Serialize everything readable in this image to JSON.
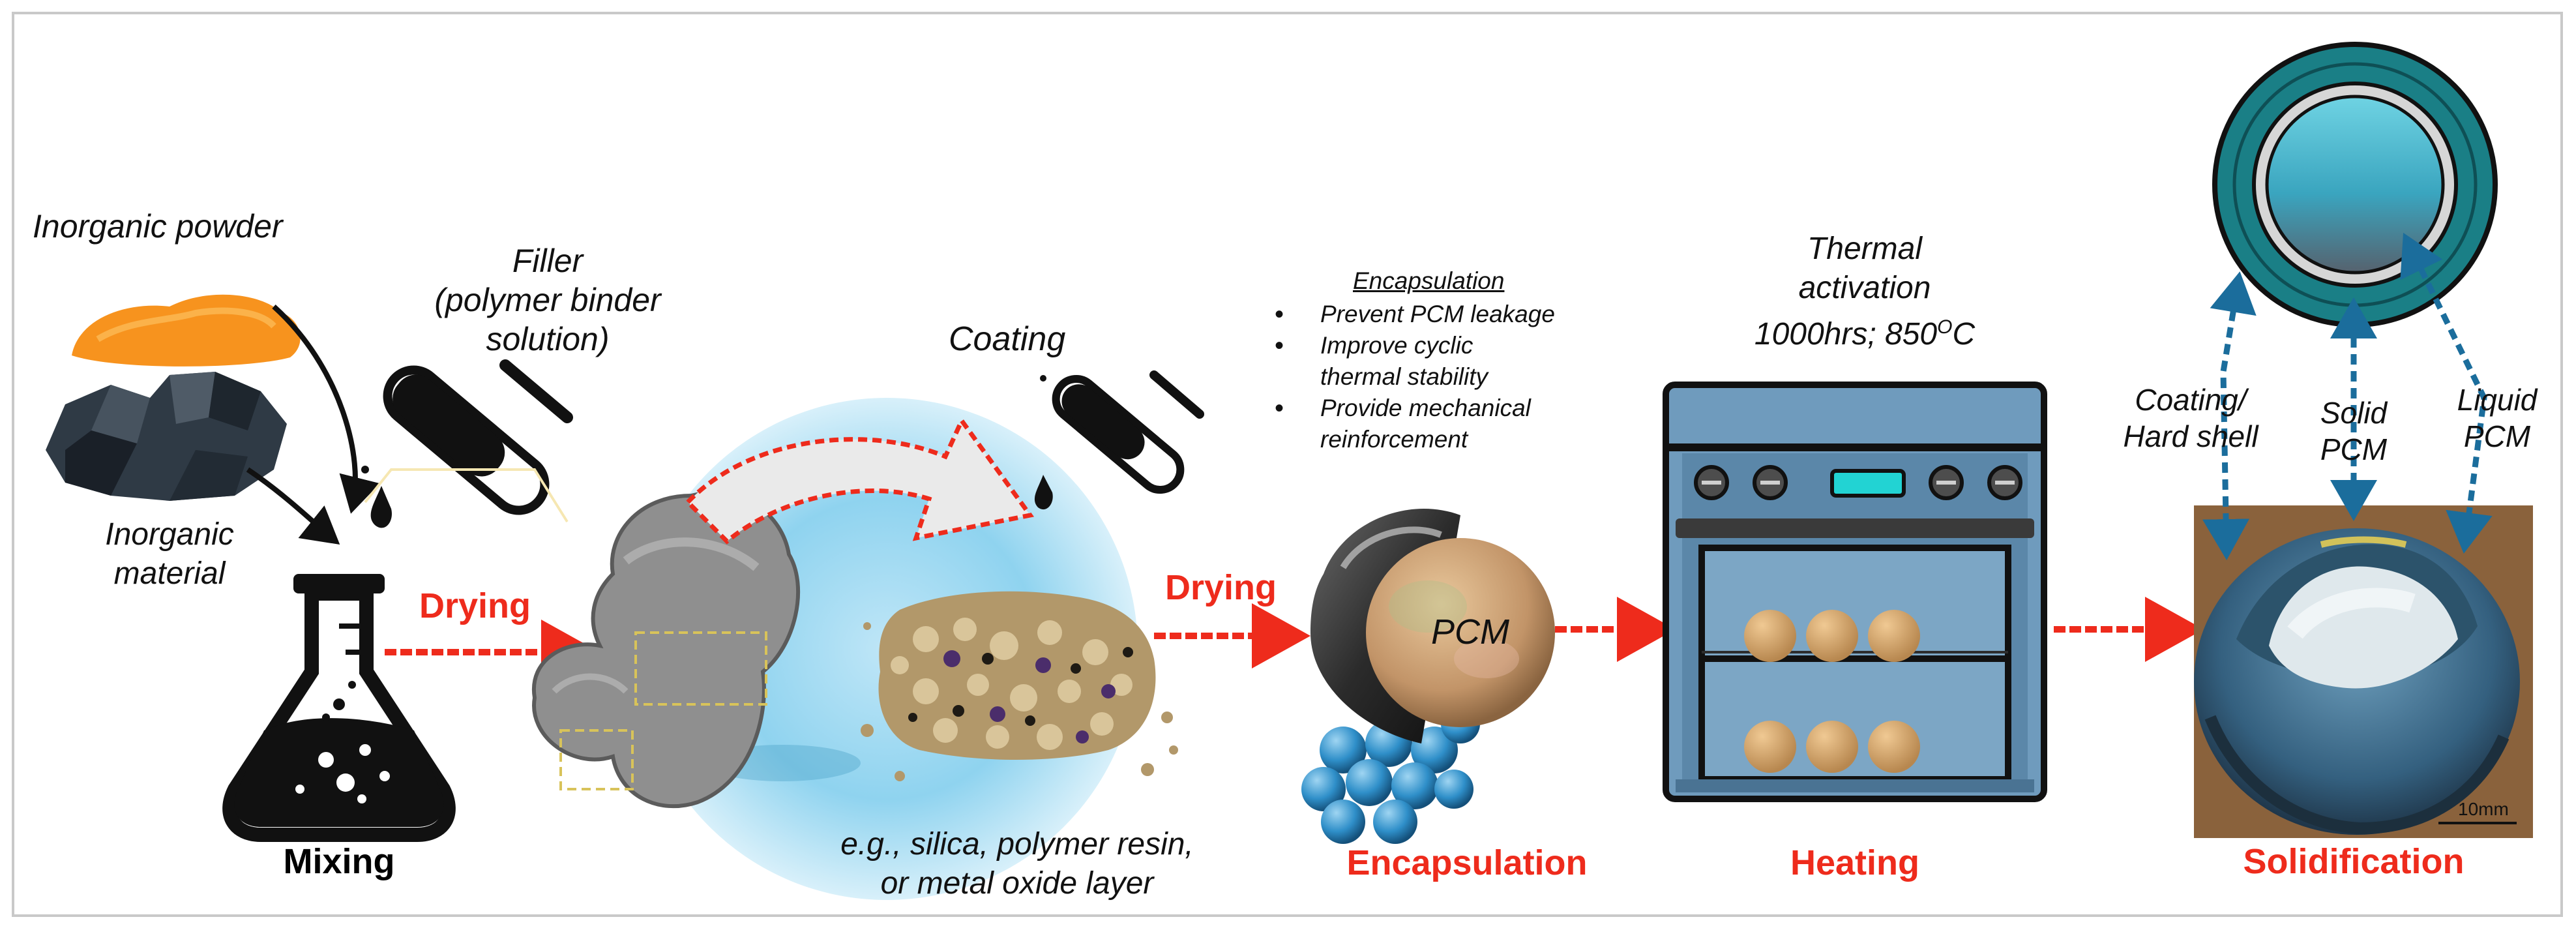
{
  "labels": {
    "inorganic_powder": "Inorganic powder",
    "filler": "Filler\n(polymer binder solution)",
    "inorganic_material": "Inorganic\nmaterial",
    "mixing": "Mixing",
    "drying_1": "Drying",
    "coating": "Coating",
    "coating_examples": "e.g., silica, polymer resin,\nor metal oxide layer",
    "drying_2": "Drying",
    "pcm": "PCM",
    "encapsulation": "Encapsulation",
    "thermal_activation": "Thermal\nactivation\n1000hrs; 850",
    "thermal_activation_sup": "O",
    "thermal_activation_unit": "C",
    "heating": "Heating",
    "coating_hard_shell": "Coating/\nHard shell",
    "solid_pcm": "Solid\nPCM",
    "liquid_pcm": "Liquid\nPCM",
    "solidification": "Solidification",
    "scale_bar": "10mm"
  },
  "encapsulation_box": {
    "title": "Encapsulation",
    "bullets": [
      "Prevent PCM leakage",
      "Improve cyclic\nthermal stability",
      "Provide mechanical\nreinforcement"
    ]
  },
  "colors": {
    "arrow_red": "#ee2b1c",
    "powder_orange": "#f7931e",
    "teal_shell": "#1a7f86",
    "oven_blue": "#5d8fb5",
    "dashed_blue": "#1b6d9c"
  }
}
